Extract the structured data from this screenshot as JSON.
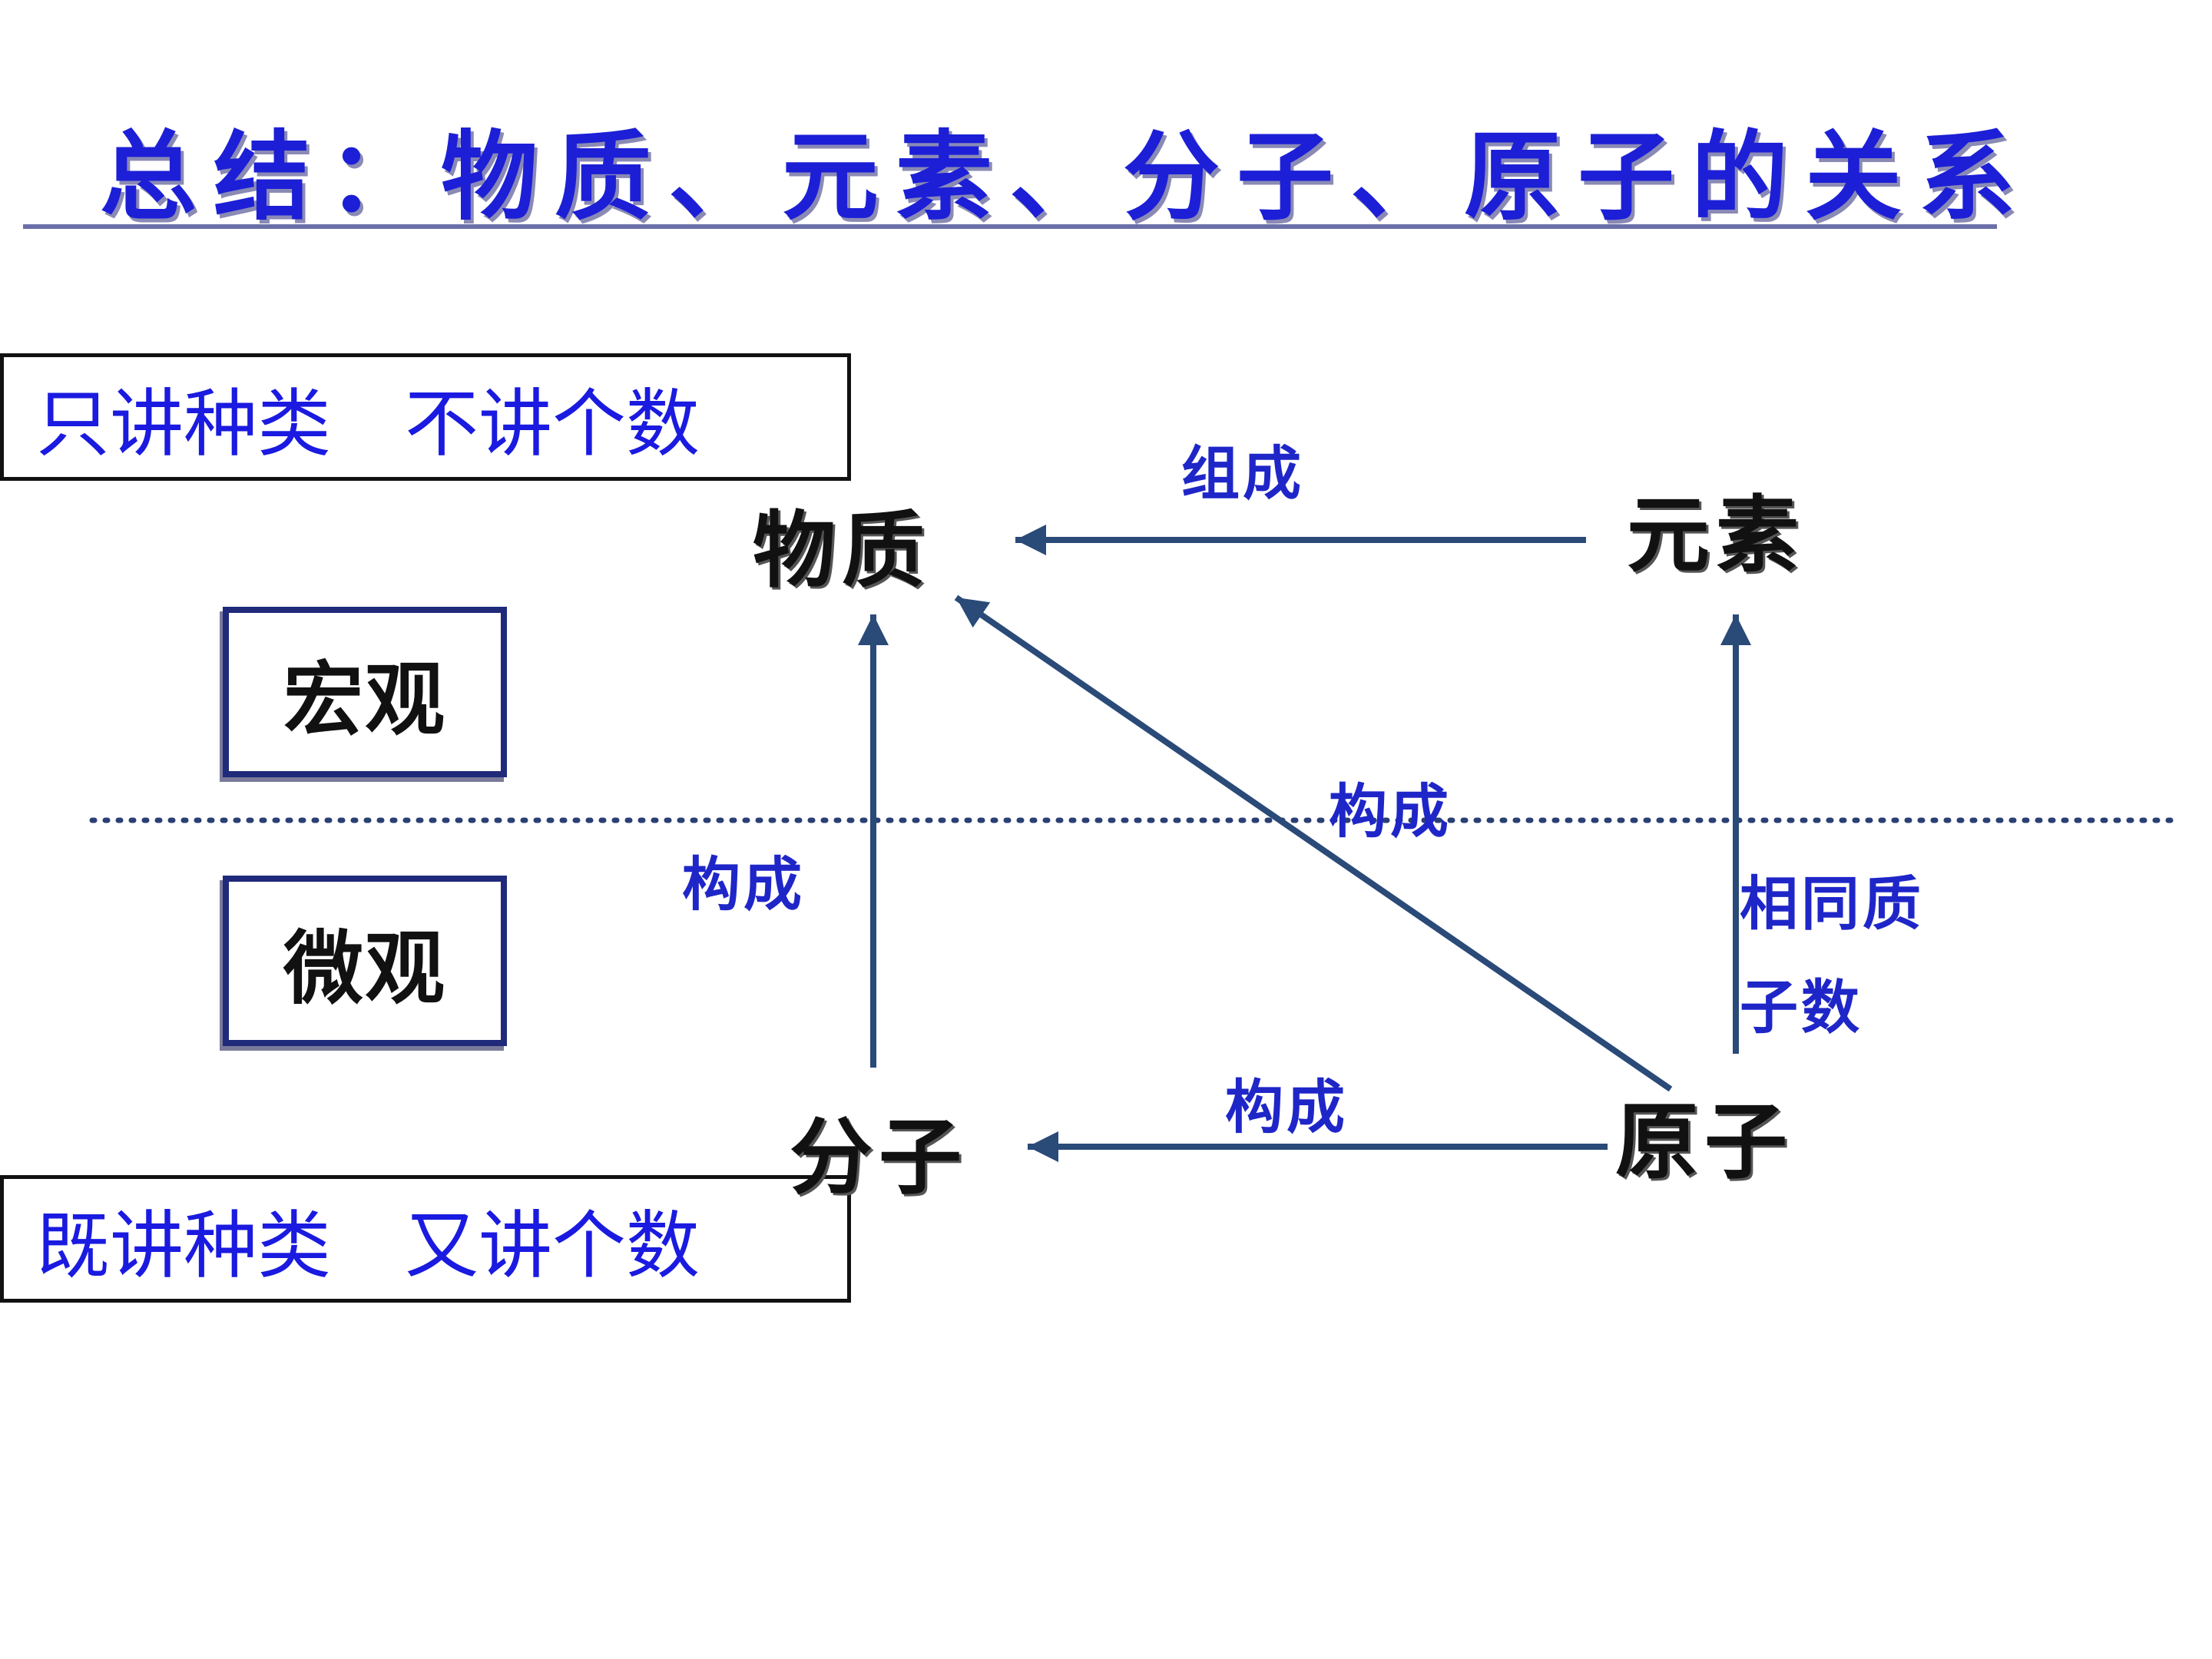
{
  "title": "总结：物质、元素、分子、原子的关系",
  "notes": {
    "macro_note": "只讲种类　不讲个数",
    "micro_note": "既讲种类　又讲个数"
  },
  "levels": {
    "macro": "宏观",
    "micro": "微观"
  },
  "nodes": {
    "substance": "物质",
    "element": "元素",
    "molecule": "分子",
    "atom": "原子"
  },
  "edges": {
    "element_to_substance": "组成",
    "atom_to_substance": "构成",
    "molecule_to_substance": "构成",
    "atom_to_molecule": "构成",
    "atom_to_element_line1": "相同质",
    "atom_to_element_line2": "子数"
  },
  "colors": {
    "title": "#1c1fd6",
    "arrow": "#2a4a78",
    "divider": "#2a3f73",
    "label": "#1f26c8"
  }
}
